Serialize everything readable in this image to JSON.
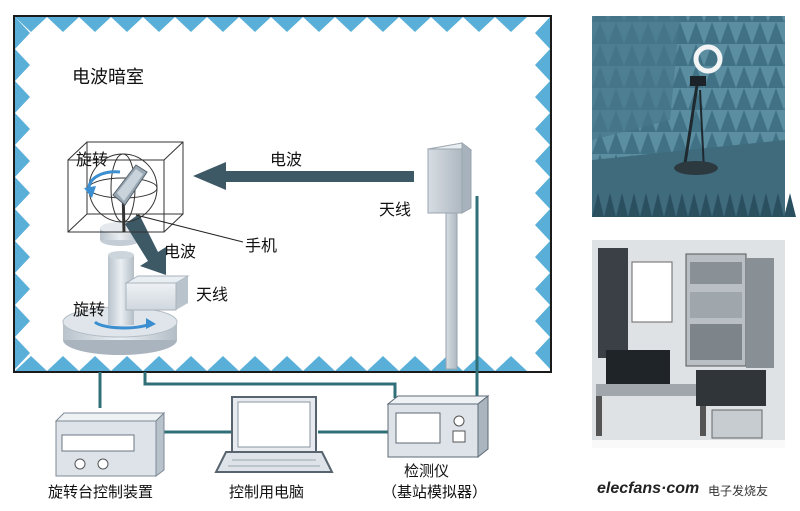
{
  "chamber": {
    "title": "电波暗室"
  },
  "turntable": {
    "rotate_top": "旋转",
    "rotate_bottom": "旋转",
    "phone": "手机",
    "wave_down": "电波",
    "antenna_label": "天线"
  },
  "tx_antenna": {
    "wave_label": "电波",
    "label": "天线"
  },
  "devices": {
    "turntable_controller": "旋转台控制装置",
    "control_pc": "控制用电脑",
    "tester_line1": "检测仪",
    "tester_line2": "（基站模拟器）"
  },
  "watermark": {
    "brand": "elecfans·com",
    "cn": "电子发烧友"
  },
  "colors": {
    "absorber": "#5aafd9",
    "arrow": "#3d5966",
    "cable": "#2f6f78",
    "device_fill": "#dde3e9"
  }
}
